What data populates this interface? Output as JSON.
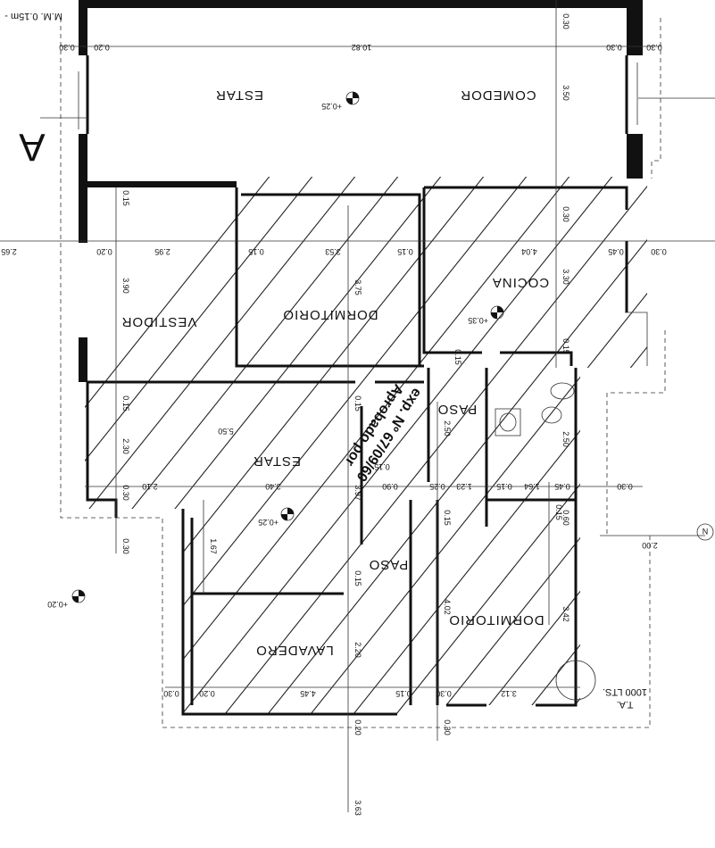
{
  "plan": {
    "scale_note": "M.M. 0.15m -",
    "section_mark": "A",
    "north_mark": "N",
    "approval_stamp": [
      "exp. Nº 67/09/60",
      "Aprobado por"
    ],
    "tank_label": [
      "T.A.",
      "1000 LTS."
    ],
    "rooms": {
      "estar_top": "ESTAR",
      "comedor": "COMEDOR",
      "cocina": "COCINA",
      "dormitorio_1": "DORMITORIO",
      "vestidor": "VESTIDOR",
      "paso_1": "PASO",
      "estar_mid": "ESTAR",
      "paso_2": "PASO",
      "dormitorio_2": "DORMITORIO",
      "lavadero": "LAVADERO"
    },
    "levels": {
      "estar_top": "+0.25",
      "cocina": "+0.35",
      "estar_mid": "+0.25",
      "exterior": "+0.20"
    },
    "dimensions": {
      "top_row": [
        "0.30",
        "0.20",
        "10.82",
        "0.30",
        "0.30"
      ],
      "top_vertical": [
        "0.30",
        "3.50",
        "0.30"
      ],
      "middle_row": [
        "2.65",
        "0.20",
        "2.95",
        "0.15",
        "3.53",
        "0.15",
        "4.04",
        "0.45",
        "0.30"
      ],
      "middle_vertical": [
        "0.15",
        "3.90",
        "3.75",
        "3.30",
        "0.15"
      ],
      "estar_vertical": [
        "0.15",
        "2.30",
        "0.30",
        "0.30",
        "0.15"
      ],
      "estar_width": "5.50",
      "lower_row": [
        "2.10",
        "3.40",
        "0.90",
        "0.25",
        "1.23",
        "0.15",
        "1.64",
        "0.45",
        "0.30"
      ],
      "lower_vertical": [
        "3.97",
        "1.67",
        "0.15",
        "0.15",
        "2.50",
        "2.50",
        "0.15",
        "0.15",
        "0.60",
        "4.02",
        "3.42",
        "2.20"
      ],
      "right_offset": "2.00",
      "bottom_row": [
        "0.30",
        "0.20",
        "4.45",
        "0.15",
        "0.30",
        "3.12"
      ],
      "bottom_vertical": [
        "0.20",
        "0.30",
        "3.63"
      ]
    }
  }
}
